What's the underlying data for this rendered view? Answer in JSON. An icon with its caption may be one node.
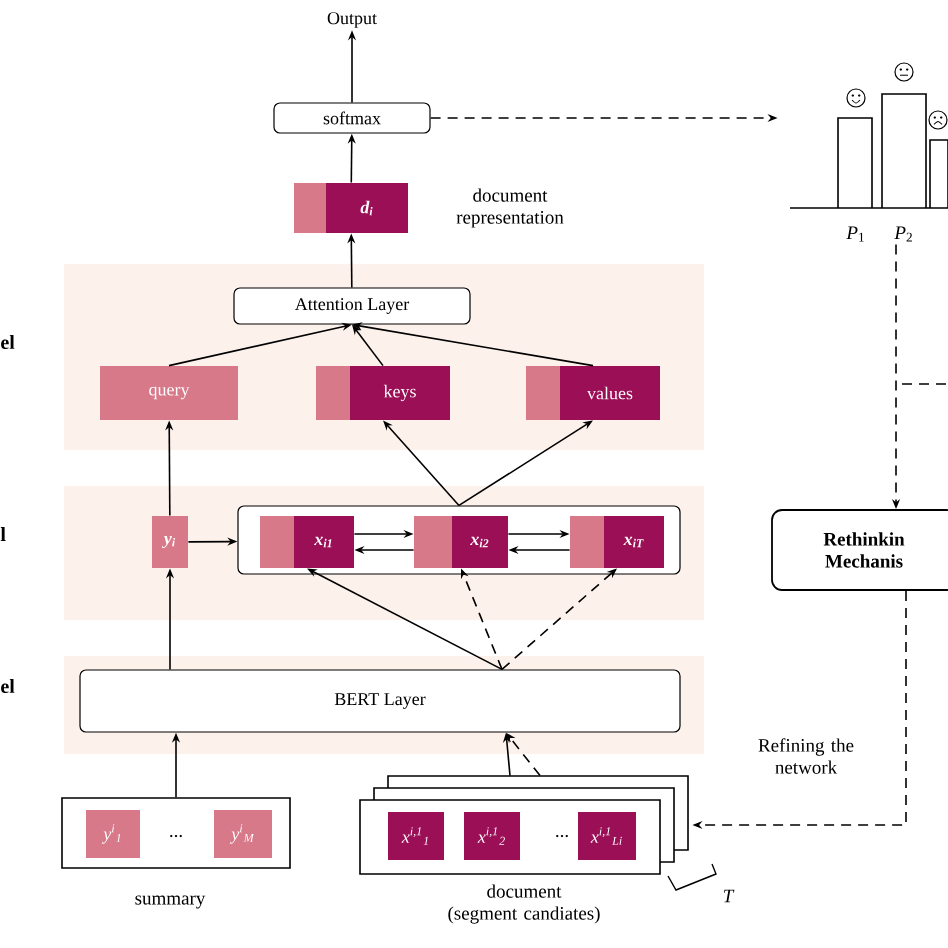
{
  "diagram": {
    "nodes": [
      {
        "text": [
          "Output"
        ]
      },
      {
        "text": [
          "softmax"
        ]
      },
      {
        "text": [
          "d$_{i}$"
        ],
        "beside": [
          "document representation"
        ]
      },
      {
        "text": [],
        "shape": "bar"
      },
      {
        "text": [
          "Attention Layer"
        ]
      },
      {
        "text": [
          "query"
        ]
      },
      {
        "text": [
          "keys"
        ]
      },
      {
        "text": [
          "values"
        ]
      },
      {
        "text": [
          "Rethinkin Mechanis"
        ]
      },
      {
        "text": [
          "y$_{i}$"
        ]
      },
      {
        "text": [],
        "shape": "box"
      },
      {
        "text": [
          "x$_{i1}$"
        ],
        "in": 10
      },
      {
        "text": [
          "x$_{i2}$"
        ],
        "in": 10
      },
      {
        "text": [
          "x$_{iT}$"
        ],
        "in": 10
      },
      {
        "text": [
          "BERT Layer"
        ]
      },
      {
        "text": [],
        "shape": "box",
        "beside": [
          "summary"
        ]
      },
      {
        "text": [
          "y$^{i}$$_{1}$"
        ],
        "in": 15
      },
      {
        "text": [
          "y$^{i}$$_{M}$"
        ],
        "in": 15
      },
      {
        "text": [],
        "shape": "box",
        "beside": [
          "document (segment candiates)"
        ]
      },
      {
        "text": [
          "x$^{i,1}$$_{1}$"
        ],
        "in": 18
      },
      {
        "text": [
          "x$^{i,1}$$_{2}$"
        ],
        "in": 18
      },
      {
        "text": [
          "x$^{i,1}$$_{Li}$"
        ],
        "in": 18
      }
    ],
    "edges": [
      {
        "from": 1,
        "to": 0,
        "arrow": "to"
      },
      {
        "from": 2,
        "to": 1,
        "arrow": "to"
      },
      {
        "from": 1,
        "to": 3,
        "arrow": "to",
        "style": "dashed"
      },
      {
        "from": 4,
        "to": 2,
        "arrow": "to"
      },
      {
        "from": 5,
        "to": 4,
        "arrow": "to"
      },
      {
        "from": 6,
        "to": 4,
        "arrow": "to"
      },
      {
        "from": 7,
        "to": 4,
        "arrow": "to"
      },
      {
        "from": 9,
        "to": 5,
        "arrow": "to"
      },
      {
        "from": 9,
        "to": 10,
        "arrow": "to"
      },
      {
        "from": 11,
        "to": 12,
        "arrow": "to"
      },
      {
        "from": 12,
        "to": 11,
        "arrow": "to"
      },
      {
        "from": 12,
        "to": 13,
        "arrow": "to"
      },
      {
        "from": 13,
        "to": 12,
        "arrow": "to"
      },
      {
        "from": 10,
        "to": 6,
        "arrow": "to"
      },
      {
        "from": 10,
        "to": 7,
        "arrow": "to"
      },
      {
        "from": 14,
        "to": 9,
        "arrow": "to"
      },
      {
        "from": 14,
        "to": 11,
        "arrow": "to"
      },
      {
        "from": 14,
        "to": 12,
        "arrow": "to",
        "style": "dashed"
      },
      {
        "from": 14,
        "to": 13,
        "arrow": "to",
        "style": "dashed"
      },
      {
        "from": 15,
        "to": 14,
        "arrow": "to"
      },
      {
        "from": 18,
        "to": 14,
        "arrow": "to"
      },
      {
        "from": 18,
        "to": 14,
        "arrow": "to",
        "style": "dashed"
      },
      {
        "from": 3,
        "to": 8,
        "arrow": "to",
        "style": "dashed"
      },
      {
        "from": 8,
        "to": 18,
        "arrow": "to",
        "style": "dashed",
        "label": "Refining the network"
      }
    ],
    "labels": [
      "*P*$_{1}$",
      "*P*$_{2}$",
      "el",
      "l",
      "el",
      "...",
      "...",
      "T"
    ]
  }
}
